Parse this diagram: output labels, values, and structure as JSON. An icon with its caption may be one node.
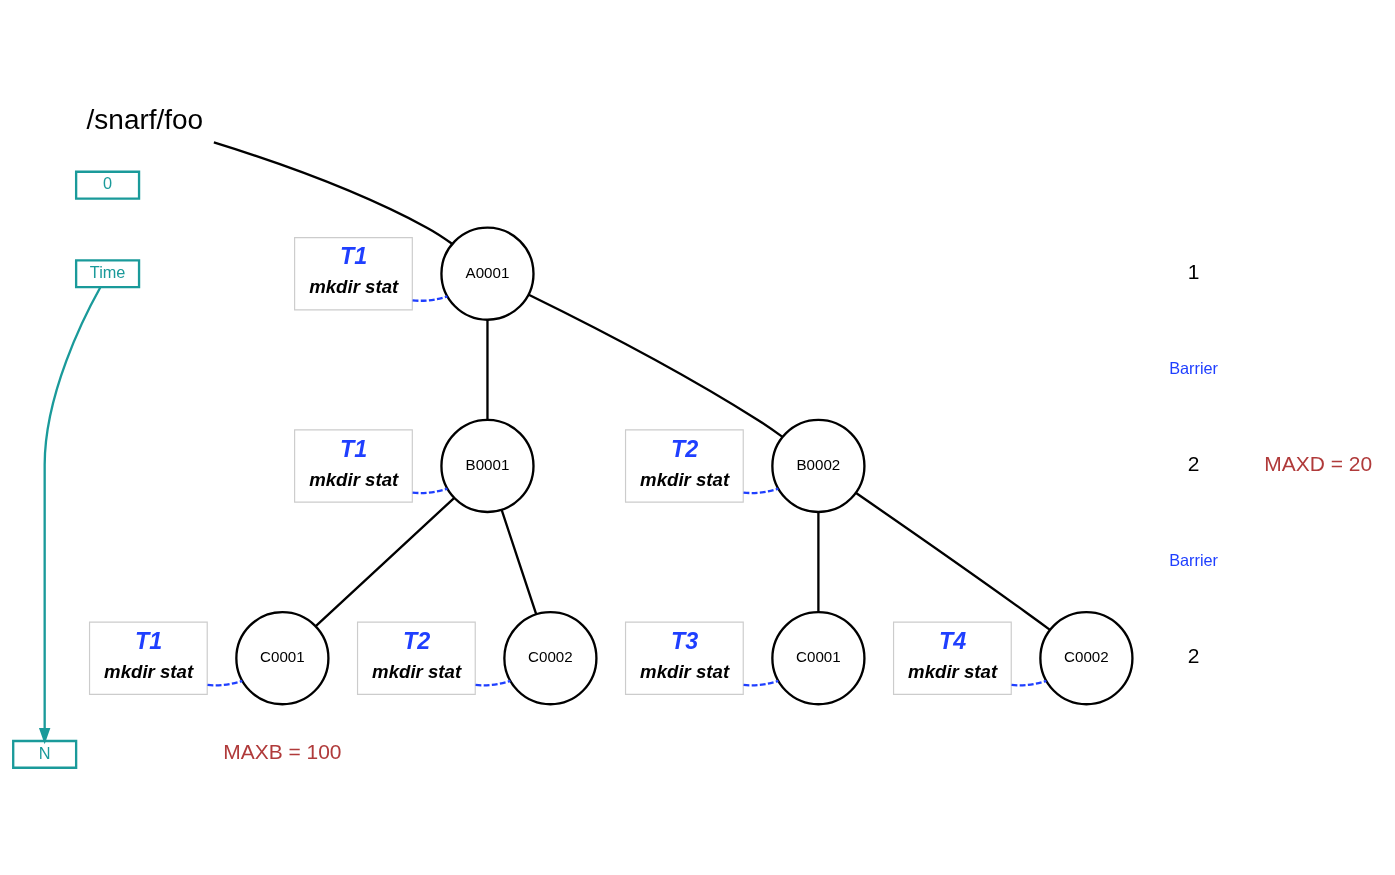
{
  "diagram": {
    "nodes": [
      {
        "text": [
          "/snarf/foo"
        ]
      },
      {
        "text": [
          "0"
        ]
      },
      {
        "text": [
          "Time"
        ]
      },
      {
        "text": [
          "A0001"
        ]
      },
      {
        "text": [
          "T1",
          "mkdir stat"
        ]
      },
      {
        "text": [
          "B0001"
        ]
      },
      {
        "text": [
          "T1",
          "mkdir stat"
        ]
      },
      {
        "text": [
          "B0002"
        ]
      },
      {
        "text": [
          "T2",
          "mkdir stat"
        ]
      },
      {
        "text": [
          "C0001"
        ]
      },
      {
        "text": [
          "T1",
          "mkdir stat"
        ]
      },
      {
        "text": [
          "C0002"
        ]
      },
      {
        "text": [
          "T2",
          "mkdir stat"
        ]
      },
      {
        "text": [
          "C0001"
        ]
      },
      {
        "text": [
          "T3",
          "mkdir stat"
        ]
      },
      {
        "text": [
          "C0002"
        ]
      },
      {
        "text": [
          "T4",
          "mkdir stat"
        ]
      },
      {
        "text": [
          "N"
        ]
      }
    ],
    "edges": [
      {
        "from": 0,
        "to": 3,
        "arrow": "none"
      },
      {
        "from": 3,
        "to": 5,
        "arrow": "none"
      },
      {
        "from": 3,
        "to": 7,
        "arrow": "none"
      },
      {
        "from": 5,
        "to": 9,
        "arrow": "none"
      },
      {
        "from": 5,
        "to": 11,
        "arrow": "none"
      },
      {
        "from": 7,
        "to": 13,
        "arrow": "none"
      },
      {
        "from": 7,
        "to": 15,
        "arrow": "none"
      },
      {
        "from": 4,
        "to": 3,
        "arrow": "none",
        "style": "dashed",
        "color": "#1f3fff"
      },
      {
        "from": 6,
        "to": 5,
        "arrow": "none",
        "style": "dashed",
        "color": "#1f3fff"
      },
      {
        "from": 8,
        "to": 7,
        "arrow": "none",
        "style": "dashed",
        "color": "#1f3fff"
      },
      {
        "from": 10,
        "to": 9,
        "arrow": "none",
        "style": "dashed",
        "color": "#1f3fff"
      },
      {
        "from": 12,
        "to": 11,
        "arrow": "none",
        "style": "dashed",
        "color": "#1f3fff"
      },
      {
        "from": 14,
        "to": 13,
        "arrow": "none",
        "style": "dashed",
        "color": "#1f3fff"
      },
      {
        "from": 16,
        "to": 15,
        "arrow": "none",
        "style": "dashed",
        "color": "#1f3fff"
      },
      {
        "from": 2,
        "to": 17,
        "arrow": "to",
        "color": "#1a9a9a"
      }
    ],
    "labels": [
      "1",
      "Barrier",
      "MAXD = 20",
      "2",
      "Barrier",
      "2",
      "MAXB = 100"
    ]
  }
}
